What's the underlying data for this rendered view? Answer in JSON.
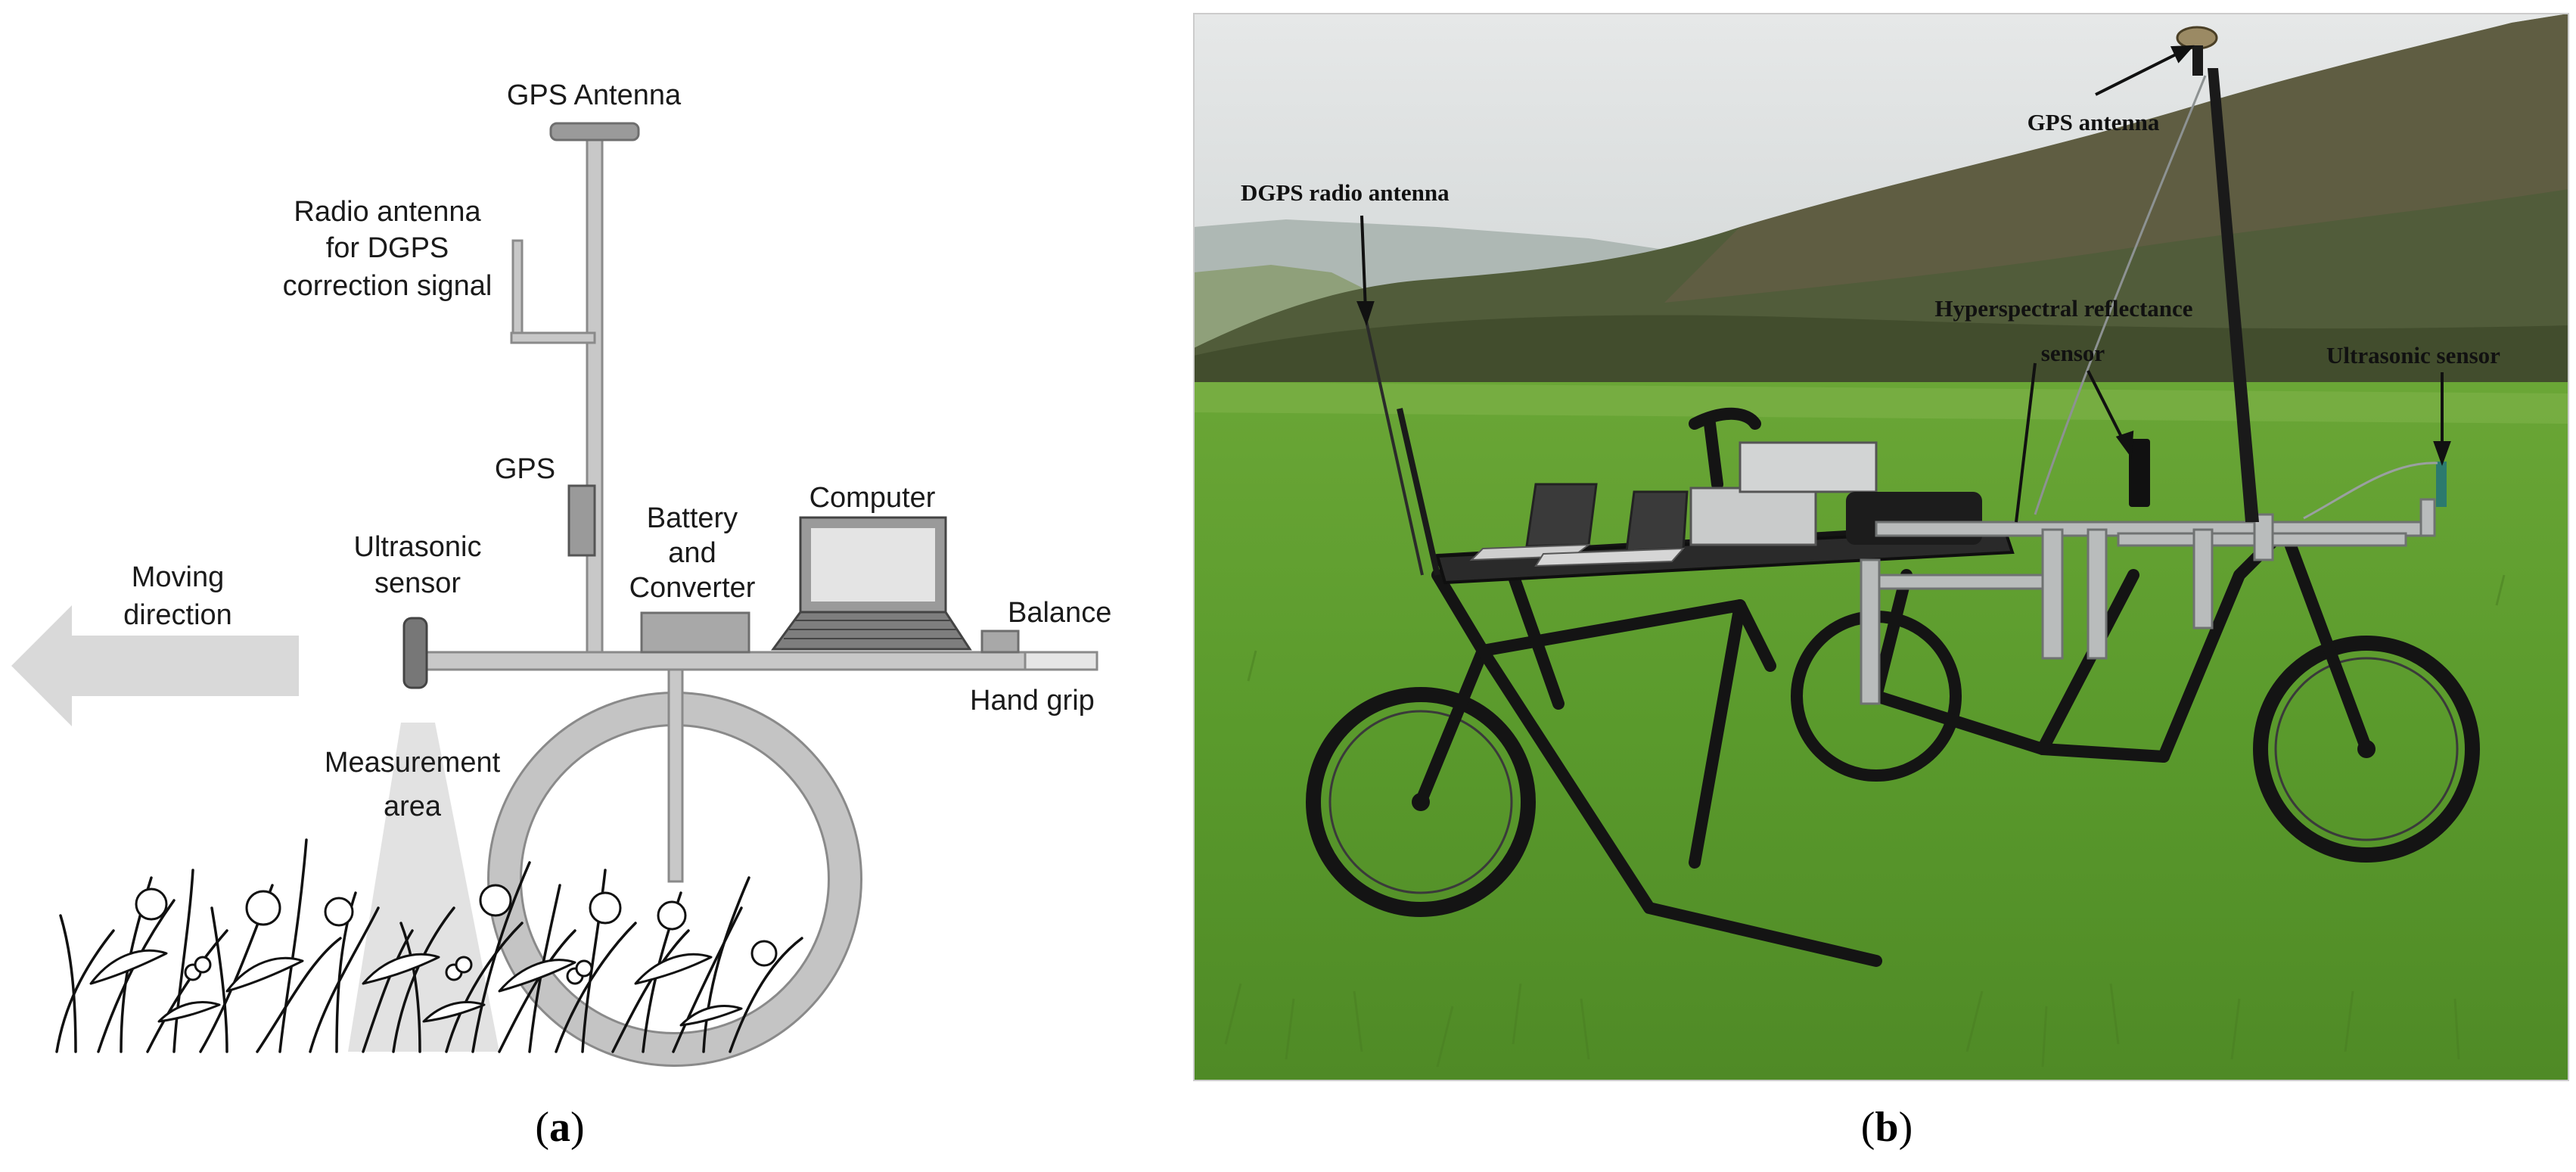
{
  "panel_a": {
    "labels": {
      "gps_antenna": "GPS Antenna",
      "radio_antenna": [
        "Radio antenna",
        "for DGPS",
        "correction signal"
      ],
      "gps": "GPS",
      "ultrasonic_sensor": [
        "Ultrasonic",
        "sensor"
      ],
      "battery_converter": [
        "Battery",
        "and",
        "Converter"
      ],
      "computer": "Computer",
      "balance": "Balance",
      "hand_grip": "Hand grip",
      "moving_direction": [
        "Moving",
        "direction"
      ],
      "measurement_area": [
        "Measurement",
        "area"
      ]
    },
    "caption": {
      "open": "(",
      "letter": "a",
      "close": ")"
    }
  },
  "panel_b": {
    "labels": {
      "gps_antenna": "GPS antenna",
      "dgps_radio_antenna": "DGPS radio antenna",
      "hyperspectral_sensor": [
        "Hyperspectral reflectance",
        "sensor"
      ],
      "ultrasonic_sensor": "Ultrasonic sensor"
    },
    "caption": {
      "open": "(",
      "letter": "b",
      "close": ")"
    }
  },
  "colors": {
    "diagram_gray": "#c8c8c8",
    "diagram_outline": "#8a8a8a",
    "sky": "#d8dcdc",
    "hill_forest": "#4f5a36",
    "grass": "#5e9a2e",
    "frame_black": "#141414",
    "aluminium": "#b9bcbc"
  },
  "icons": {
    "moving_direction": "left-arrow",
    "plants": "grass-and-clover-drawing"
  }
}
